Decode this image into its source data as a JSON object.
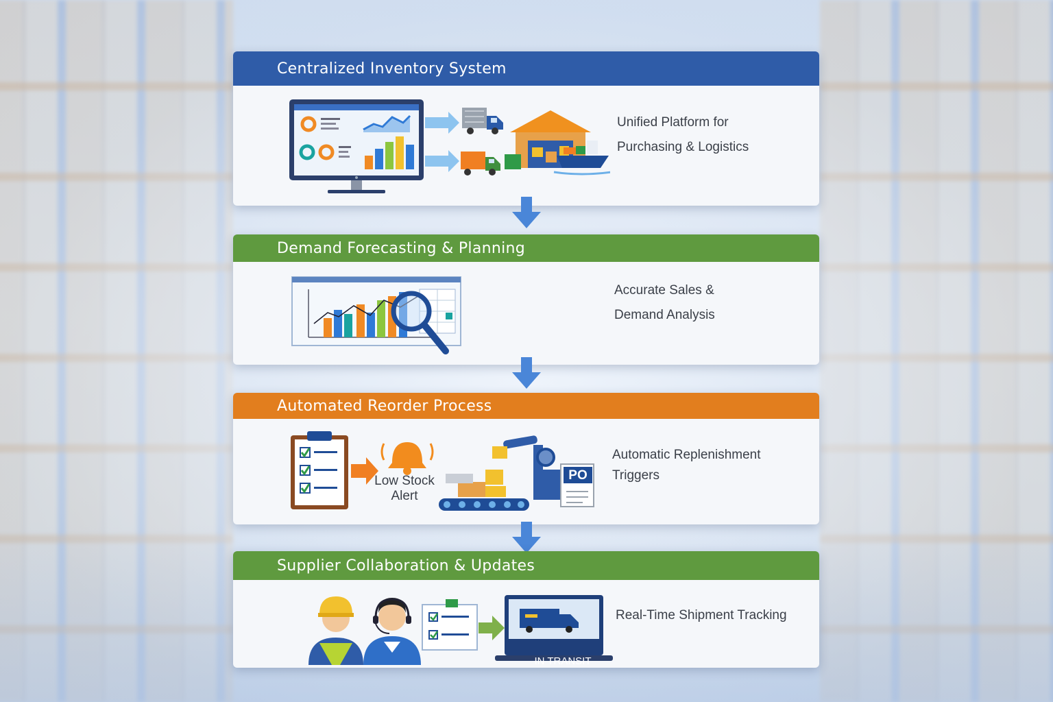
{
  "steps": [
    {
      "title": "Centralized Inventory System",
      "header_color": "#2f5ca8",
      "description": [
        "Unified Platform for",
        "Purchasing & Logistics"
      ]
    },
    {
      "title": "Demand Forecasting & Planning",
      "header_color": "#5f9a3f",
      "description": [
        "Accurate Sales &",
        "Demand Analysis"
      ]
    },
    {
      "title": "Automated Reorder Process",
      "header_color": "#e27e1e",
      "description": [
        "Automatic Replenishment",
        "Triggers"
      ],
      "alert_label": [
        "Low Stock",
        "Alert"
      ],
      "po_label": "PO"
    },
    {
      "title": "Supplier Collaboration & Updates",
      "header_color": "#5f9a3f",
      "description": [
        "Real-Time Shipment Tracking"
      ],
      "screen_label": "IN TRANSIT"
    }
  ],
  "arrow_color": "#4a86d8",
  "icons": [
    "dashboard-monitor-icon",
    "arrow-right-icon",
    "truck-icon",
    "warehouse-icon",
    "ship-icon",
    "bar-chart-icon",
    "magnifier-icon",
    "checklist-clipboard-icon",
    "alarm-bell-icon",
    "robotic-arm-conveyor-icon",
    "purchase-order-icon",
    "worker-icon",
    "support-agent-icon",
    "laptop-truck-icon"
  ]
}
